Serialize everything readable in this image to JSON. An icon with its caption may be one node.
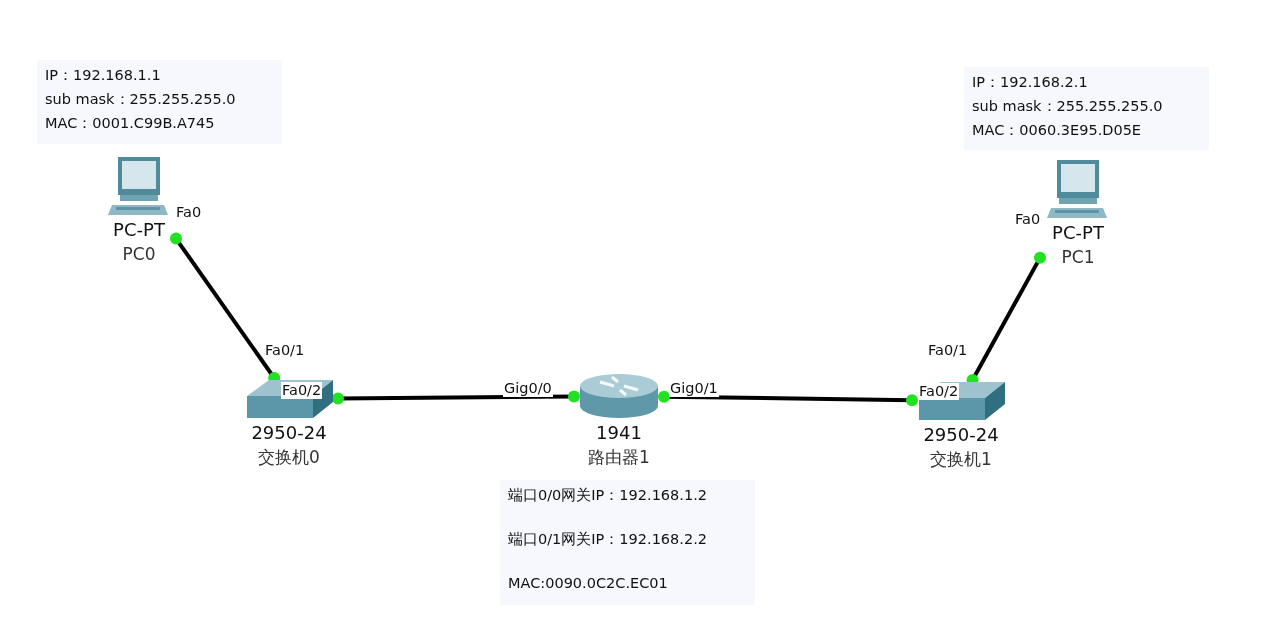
{
  "diagram": {
    "nodes": [
      {
        "text": [
          "IP：192.168.1.1",
          "sub mask：255.255.255.0",
          "MAC：0001.C99B.A745"
        ]
      },
      {
        "text": [
          "PC-PT",
          "PC0"
        ]
      },
      {
        "text": [
          "IP：192.168.2.1",
          "sub mask：255.255.255.0",
          "MAC：0060.3E95.D05E"
        ]
      },
      {
        "text": [
          "PC-PT",
          "PC1"
        ]
      },
      {
        "text": [
          "2950-24",
          "交换机0"
        ]
      },
      {
        "text": [
          "1941",
          "路由器1"
        ]
      },
      {
        "text": [
          "2950-24",
          "交换机1"
        ]
      },
      {
        "text": [
          "端口0/0网关IP：192.168.1.2",
          "端口0/1网关IP：192.168.2.2",
          "MAC:0090.0C2C.EC01"
        ]
      }
    ],
    "edges": [
      {
        "from": 1,
        "to": 4,
        "arrow": "none"
      },
      {
        "from": 4,
        "to": 5,
        "arrow": "none"
      },
      {
        "from": 5,
        "to": 6,
        "arrow": "none"
      },
      {
        "from": 6,
        "to": 3,
        "arrow": "none"
      }
    ],
    "labels": [
      "Fa0",
      "Fa0",
      "Fa0/1",
      "Fa0/1",
      "Fa0/2",
      "Gig0/0",
      "Gig0/1",
      "Fa0/2"
    ]
  }
}
